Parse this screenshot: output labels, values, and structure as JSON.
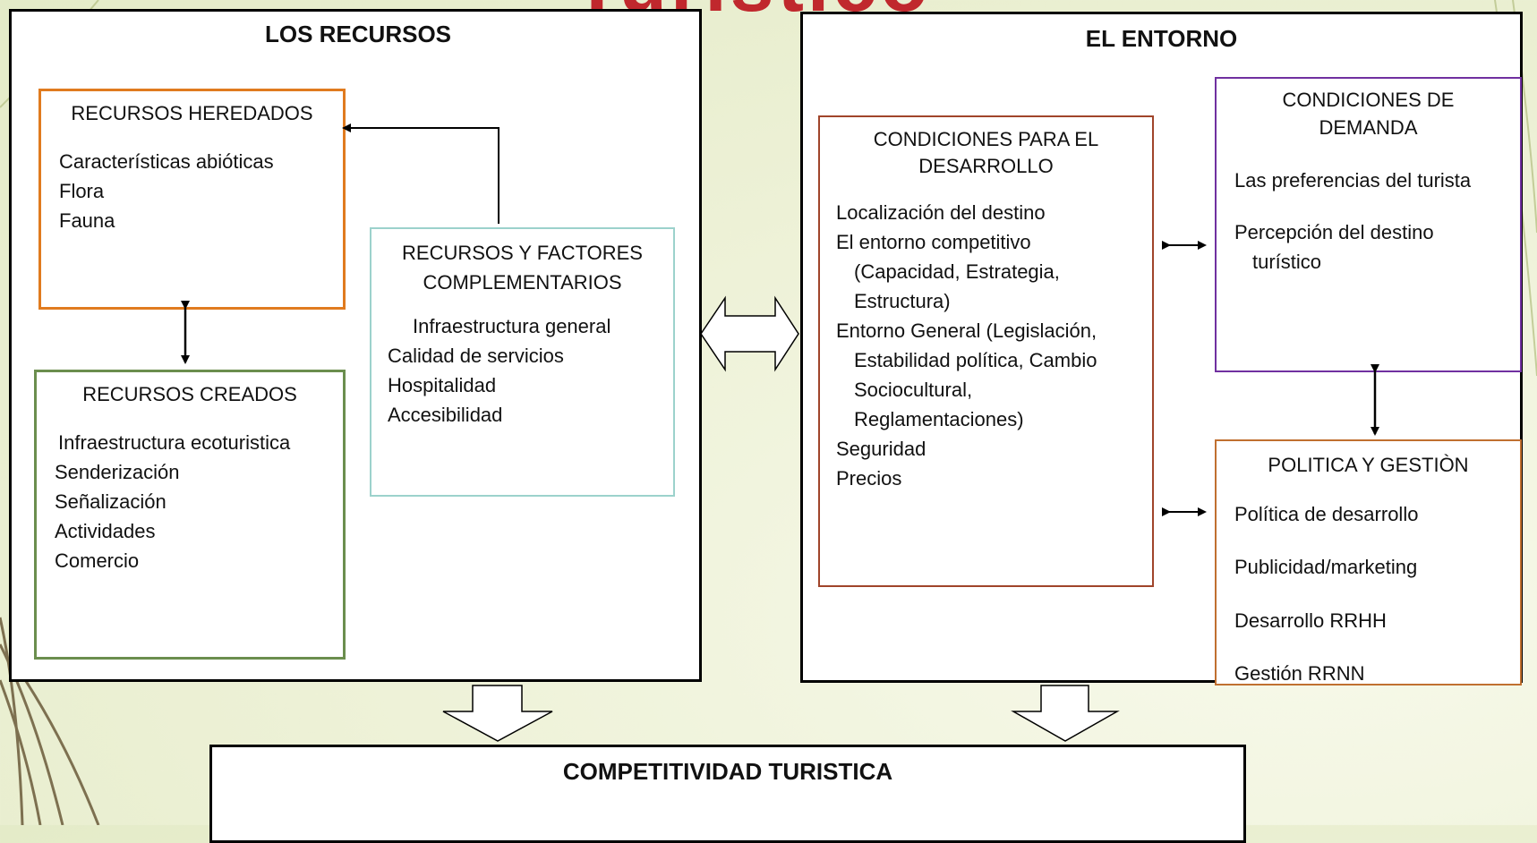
{
  "title_fragment": "Turístico",
  "colors": {
    "title": "#c0282d",
    "heredados_border": "#e07b1f",
    "creados_border": "#6b8e4e",
    "complementarios_border": "#9cd2cc",
    "desarrollo_border": "#a0442a",
    "demanda_border": "#7030a0",
    "politica_border": "#c07030"
  },
  "recursos": {
    "heading": "LOS RECURSOS",
    "heredados": {
      "title": "RECURSOS HEREDADOS",
      "items": [
        "Características abióticas",
        "Flora",
        "Fauna"
      ]
    },
    "creados": {
      "title": "RECURSOS CREADOS",
      "items": [
        "Infraestructura ecoturistica",
        "Senderización",
        "Señalización",
        "Actividades",
        "Comercio"
      ]
    },
    "complementarios": {
      "title_lines": [
        "RECURSOS Y FACTORES",
        "COMPLEMENTARIOS"
      ],
      "items": [
        "Infraestructura general",
        "Calidad de servicios",
        "Hospitalidad",
        "Accesibilidad"
      ]
    }
  },
  "entorno": {
    "heading": "EL ENTORNO",
    "desarrollo": {
      "title_lines": [
        "CONDICIONES PARA  EL",
        "DESARROLLO"
      ],
      "lines": [
        "Localización del destino",
        "El entorno competitivo",
        "  (Capacidad, Estrategia,",
        "  Estructura)",
        "Entorno General (Legislación,",
        "  Estabilidad política, Cambio",
        "  Sociocultural,",
        "  Reglamentaciones)",
        "Seguridad",
        "Precios"
      ]
    },
    "demanda": {
      "title_lines": [
        "CONDICIONES DE",
        "DEMANDA"
      ],
      "item1": "Las preferencias del turista",
      "item2_lines": [
        "Percepción del destino",
        "  turístico"
      ]
    },
    "politica": {
      "title": "POLITICA Y GESTIÒN",
      "items": [
        "Política de desarrollo",
        "Publicidad/marketing",
        "Desarrollo RRHH",
        "Gestión RRNN"
      ]
    }
  },
  "competitividad": {
    "heading": "COMPETITIVIDAD TURISTICA"
  }
}
